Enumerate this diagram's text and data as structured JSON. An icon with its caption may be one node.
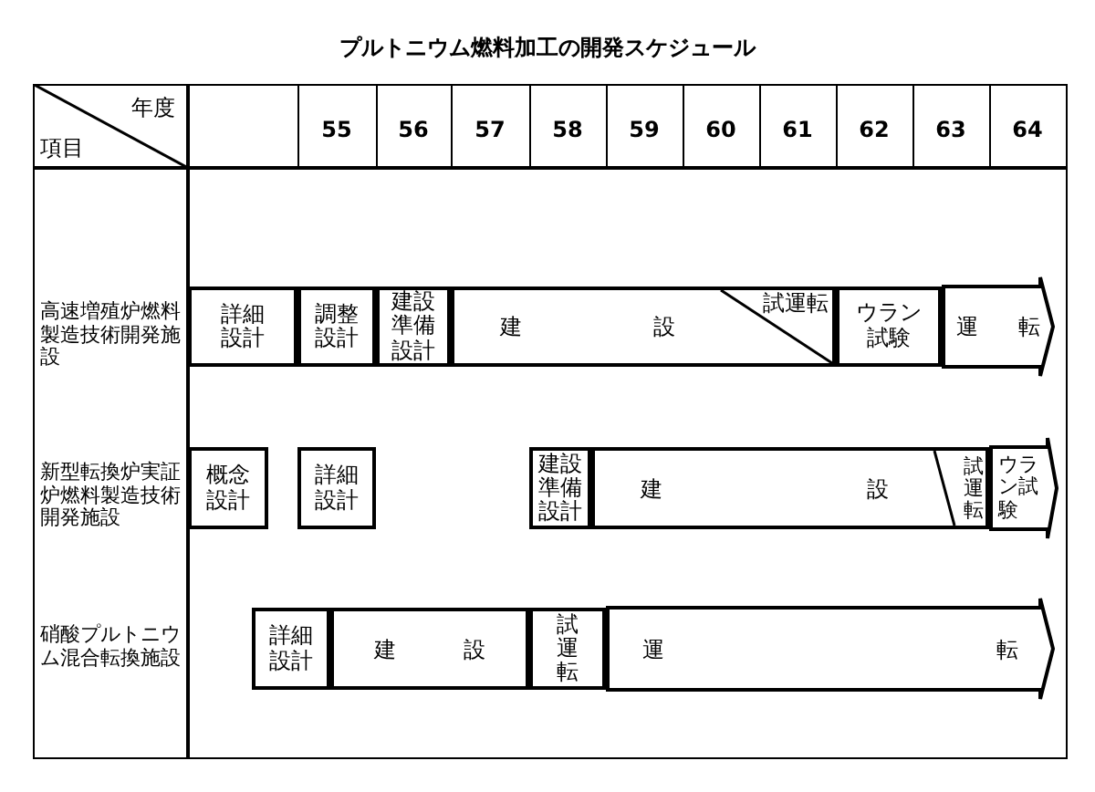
{
  "diagram": {
    "title": "プルトニウム燃料加工の開発スケジュール",
    "nodes": [
      {
        "text": [
          "詳細設計"
        ]
      },
      {
        "text": [
          "調整設計"
        ]
      },
      {
        "text": [
          "建設準備設計"
        ]
      },
      {
        "text": [
          "建設",
          "試運転"
        ]
      },
      {
        "text": [
          "ウラン試験"
        ]
      },
      {
        "text": [
          "運転"
        ]
      },
      {
        "text": [
          "概念設計"
        ]
      },
      {
        "text": [
          "詳細設計"
        ]
      },
      {
        "text": [
          "建設準備設計"
        ]
      },
      {
        "text": [
          "建設",
          "試運転"
        ]
      },
      {
        "text": [
          "ウラン試験"
        ]
      },
      {
        "text": [
          "詳細設計"
        ]
      },
      {
        "text": [
          "建設"
        ]
      },
      {
        "text": [
          "試運転"
        ]
      },
      {
        "text": [
          "運転"
        ]
      }
    ],
    "labels": [
      "年度",
      "項目",
      "55",
      "56",
      "57",
      "58",
      "59",
      "60",
      "61",
      "62",
      "63",
      "64",
      "高速増殖炉燃料製造技術開発施設",
      "新型転換炉実証炉燃料製造技術開発施設",
      "硝酸プルトニウム混合転換施設"
    ]
  }
}
